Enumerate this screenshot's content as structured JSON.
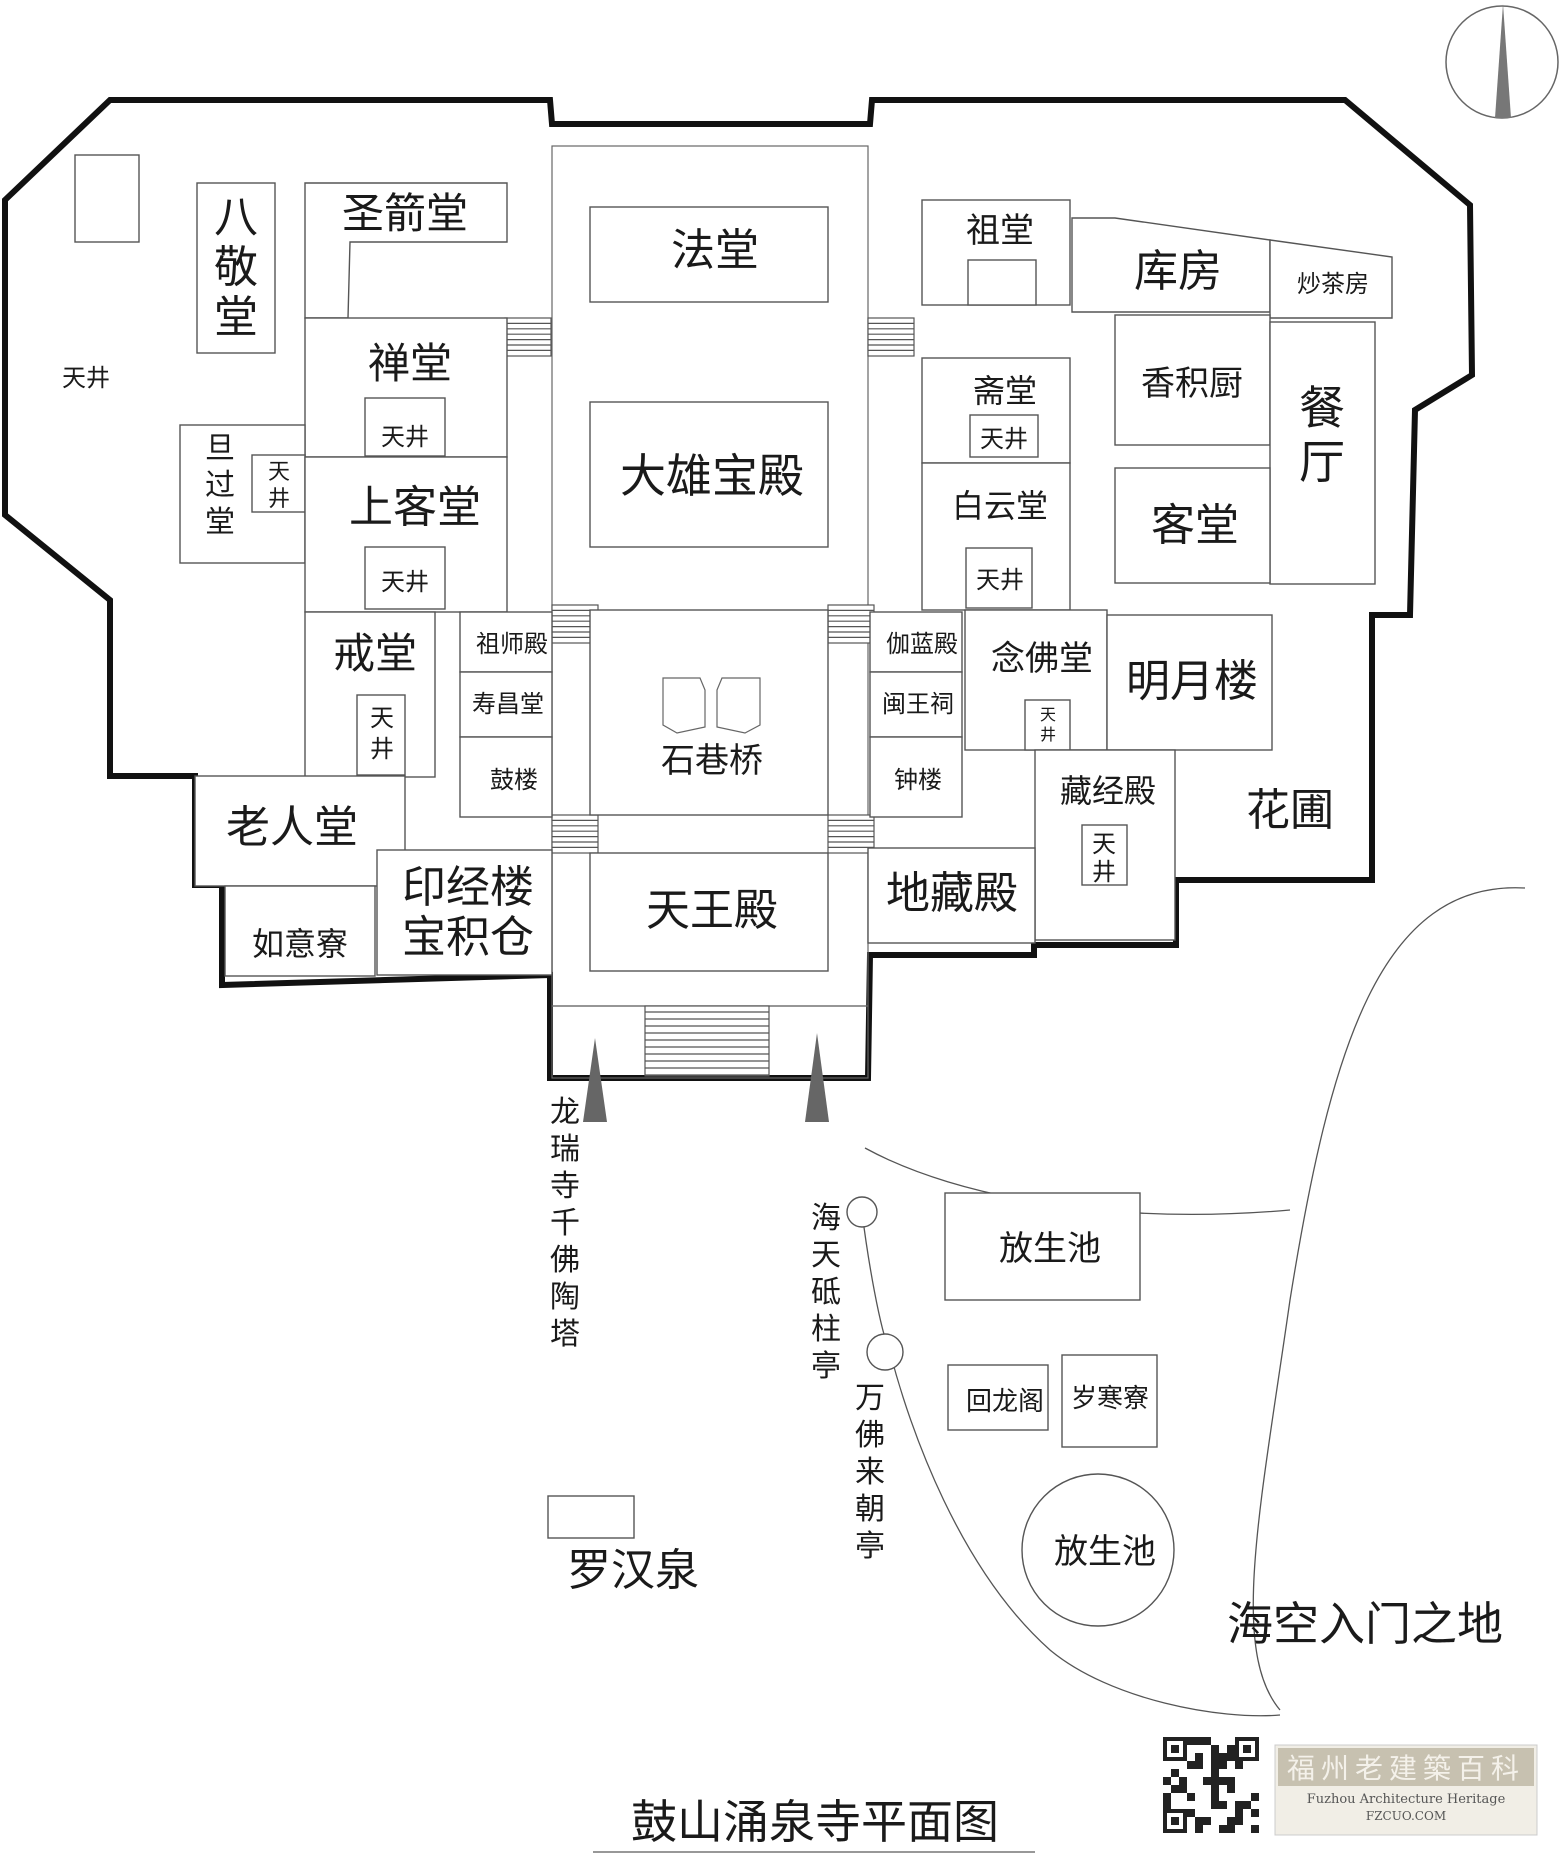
{
  "title": "鼓山涌泉寺平面图",
  "watermark": {
    "brand": "福州老建築百科",
    "english": "Fuzhou Architecture Heritage",
    "site": "FZCUO.COM"
  },
  "rooms": {
    "fatang": "法堂",
    "daxiong": "大雄宝殿",
    "shixiangqiao": "石巷桥",
    "tianwang": "天王殿",
    "bajing": "八敬堂",
    "shengjian": "圣箭堂",
    "chantang": "禅堂",
    "shangke": "上客堂",
    "danguo": "旦过堂",
    "jietang": "戒堂",
    "zushi": "祖师殿",
    "shouchang": "寿昌堂",
    "gulou": "鼓楼",
    "laoren": "老人堂",
    "yinjing": "印经楼",
    "baoji": "宝积仓",
    "ruyi": "如意寮",
    "zutang": "祖堂",
    "kufang": "库房",
    "chaocha": "炒茶房",
    "xiangji": "香积厨",
    "canting": "餐厅",
    "zhaitang": "斋堂",
    "baiyun": "白云堂",
    "ketang": "客堂",
    "qielan": "伽蓝殿",
    "minwang": "闽王祠",
    "zhonglou": "钟楼",
    "nianfo": "念佛堂",
    "mingyue": "明月楼",
    "zangjing": "藏经殿",
    "huapu": "花圃",
    "dizang": "地藏殿",
    "fangsheng1": "放生池",
    "fangsheng2": "放生池",
    "huilong": "回龙阁",
    "suihan": "岁寒寮",
    "tianjing": "天井"
  },
  "outside": {
    "longrui": "龙瑞寺千佛陶塔",
    "haitian": "海天砥柱亭",
    "wanfo": "万佛来朝亭",
    "luohan": "罗汉泉",
    "haikong": "海空入门之地"
  }
}
